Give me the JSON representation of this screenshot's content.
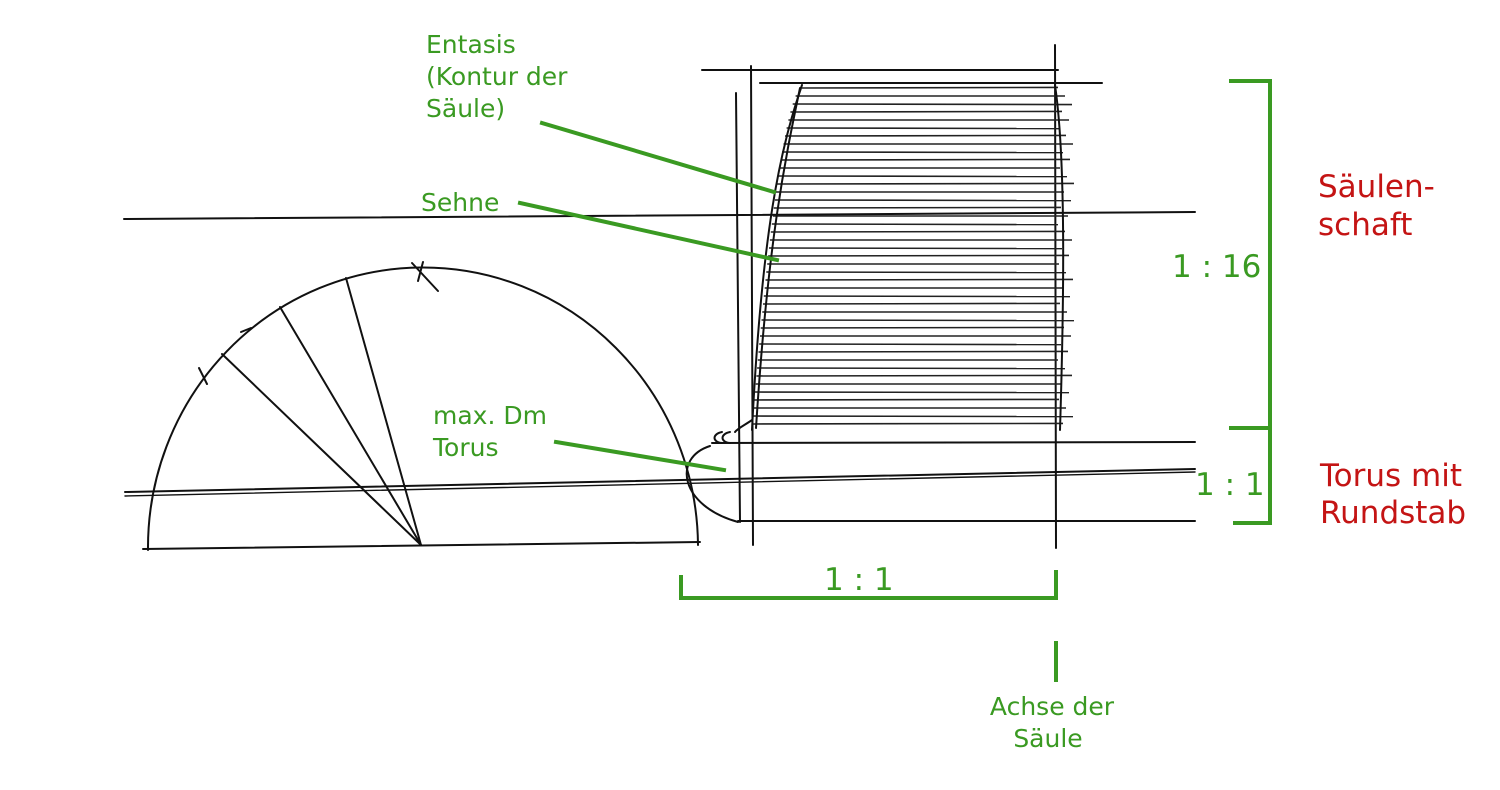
{
  "labels": {
    "entasis": [
      "Entasis",
      "(Kontur der",
      "Säule)"
    ],
    "sehne": "Sehne",
    "torus_dm": [
      "max. Dm",
      "Torus"
    ],
    "ratio_shaft": "1 : 16",
    "ratio_torus": "1 : 1",
    "ratio_width": "1 : 1",
    "shaft": [
      "Säulen-",
      "schaft"
    ],
    "torus_rundstab": [
      "Torus mit",
      "Rundstab"
    ],
    "axis": [
      "Achse der",
      "Säule"
    ]
  },
  "colors": {
    "annotation": "#3a9a22",
    "section_label": "#c41414",
    "sketch": "#111111"
  }
}
